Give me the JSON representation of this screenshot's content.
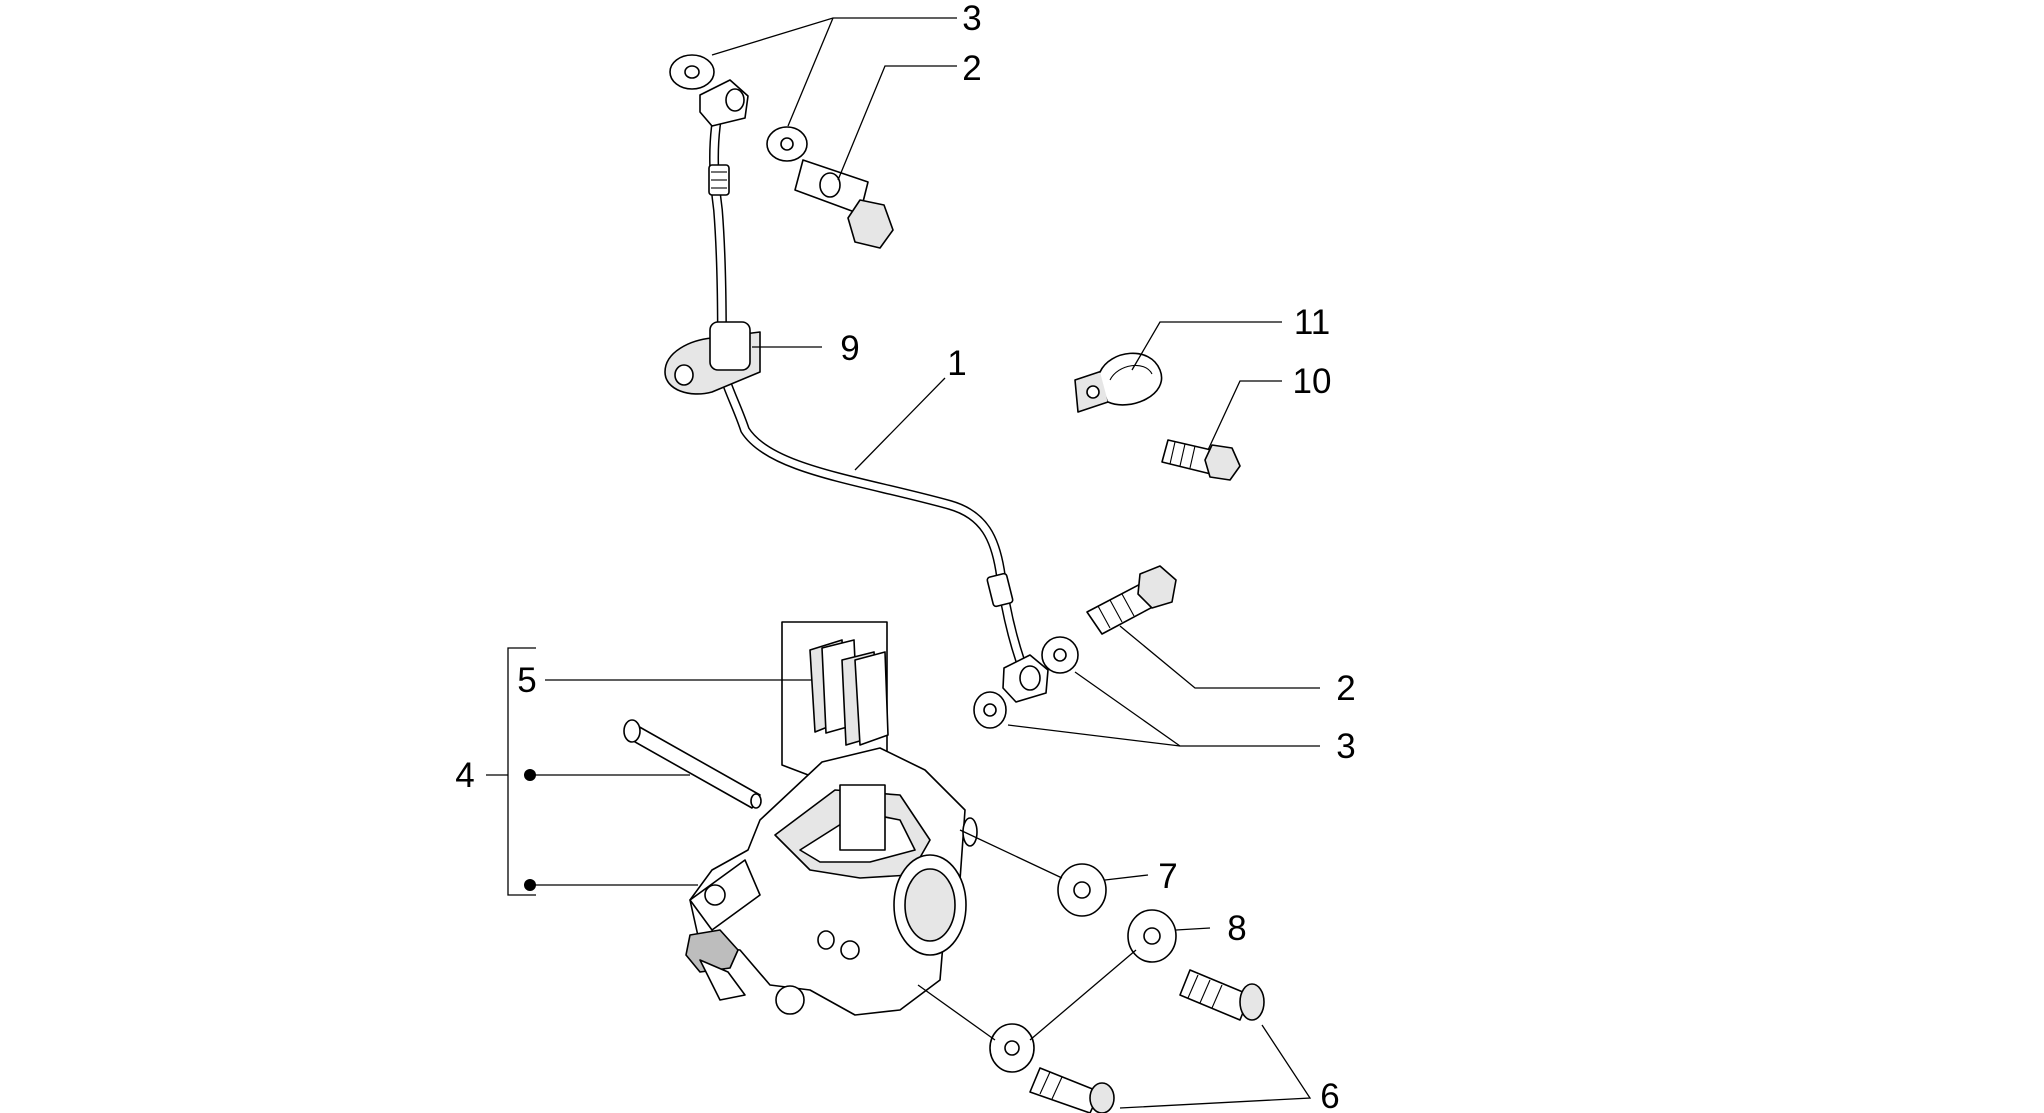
{
  "callouts": {
    "c1": "1",
    "c2_top": "2",
    "c2_mid": "2",
    "c3_top": "3",
    "c3_mid": "3",
    "c4": "4",
    "c5": "5",
    "c6": "6",
    "c7": "7",
    "c8": "8",
    "c9": "9",
    "c10": "10",
    "c11": "11"
  },
  "colors": {
    "ink": "#000000",
    "paper": "#ffffff"
  }
}
